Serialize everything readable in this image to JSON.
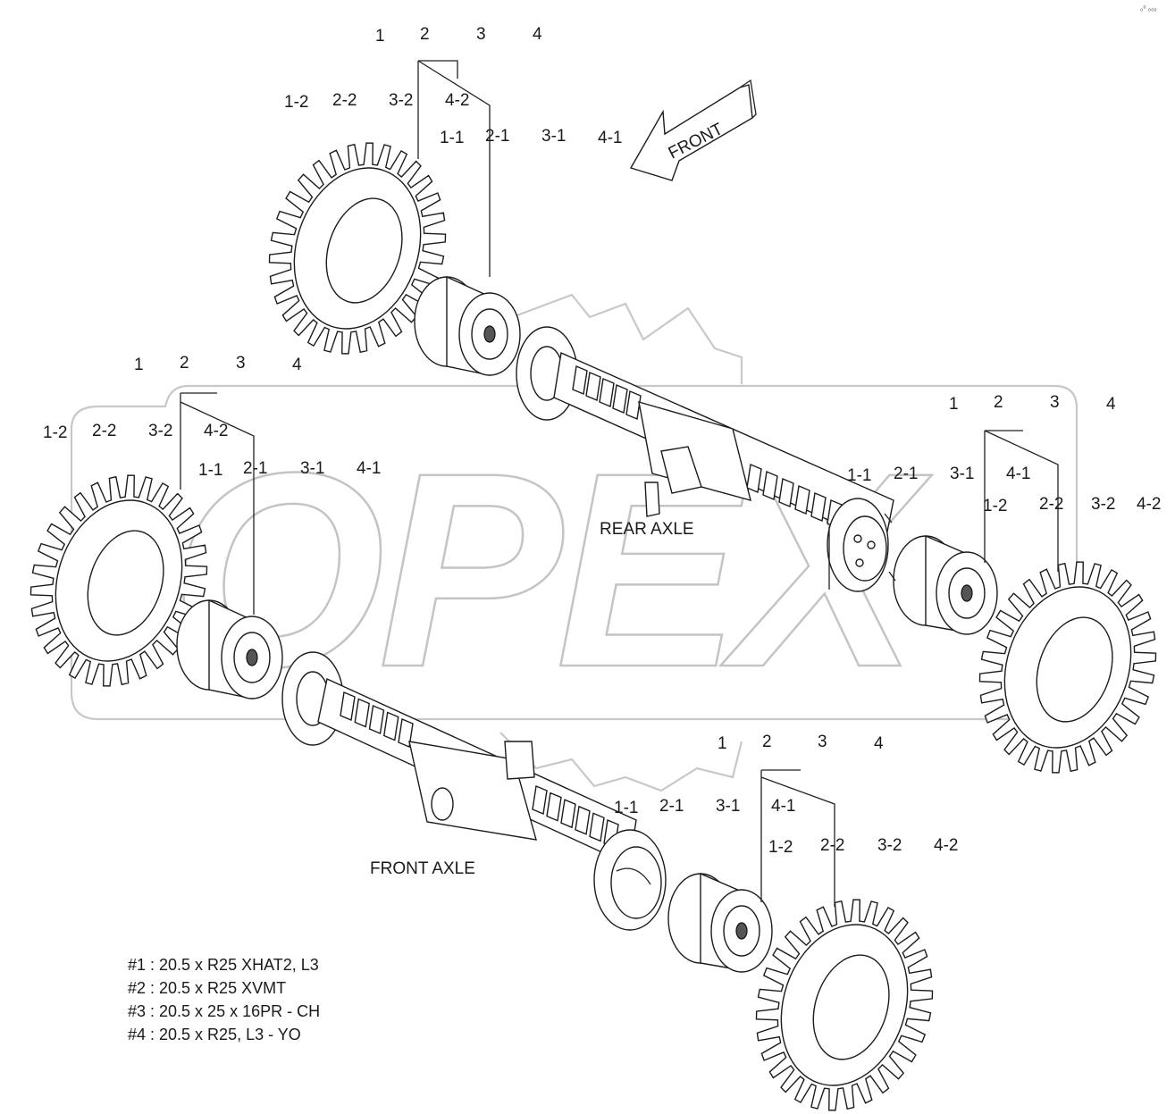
{
  "watermark": {
    "text": "OPEX"
  },
  "corner_mark": "₀⁰ ₀₀₀",
  "front_arrow": {
    "label": "FRONT"
  },
  "axles": {
    "rear": {
      "label": "REAR AXLE"
    },
    "front": {
      "label": "FRONT AXLE"
    }
  },
  "callouts": {
    "top": {
      "row1": [
        "1",
        "2",
        "3",
        "4"
      ],
      "row2": [
        "1-2",
        "2-2",
        "3-2",
        "4-2"
      ],
      "row3": [
        "1-1",
        "2-1",
        "3-1",
        "4-1"
      ]
    },
    "left": {
      "row1": [
        "1",
        "2",
        "3",
        "4"
      ],
      "row2": [
        "1-2",
        "2-2",
        "3-2",
        "4-2"
      ],
      "row3": [
        "1-1",
        "2-1",
        "3-1",
        "4-1"
      ]
    },
    "right": {
      "row1": [
        "1",
        "2",
        "3",
        "4"
      ],
      "row2": [
        "1-1",
        "2-1",
        "3-1",
        "4-1"
      ],
      "row3": [
        "1-2",
        "2-2",
        "3-2",
        "4-2"
      ]
    },
    "bottom": {
      "row1": [
        "1",
        "2",
        "3",
        "4"
      ],
      "row2": [
        "1-1",
        "2-1",
        "3-1",
        "4-1"
      ],
      "row3": [
        "1-2",
        "2-2",
        "3-2",
        "4-2"
      ]
    }
  },
  "legend": [
    "#1 : 20.5 x R25 XHAT2, L3",
    "#2 : 20.5 x R25 XVMT",
    "#3 : 20.5 x 25 x 16PR - CH",
    "#4 : 20.5 x R25, L3  - YO"
  ]
}
